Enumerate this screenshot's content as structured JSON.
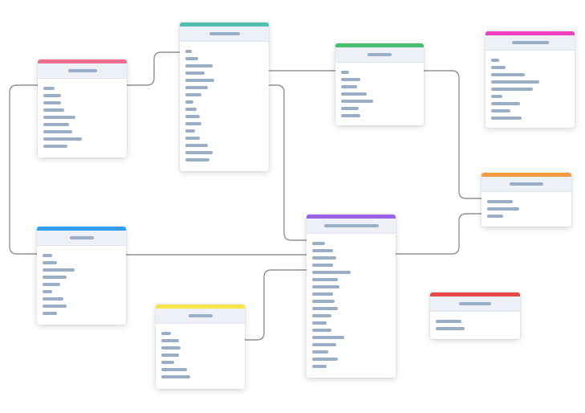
{
  "colors": {
    "connector": "#8f9296",
    "header_bg": "#edf1f7",
    "placeholder": "#9aaec6"
  },
  "tables": [
    {
      "id": "pink",
      "accent": "#ef6f92",
      "fields": 9
    },
    {
      "id": "teal",
      "accent": "#52bfb3",
      "fields": 16
    },
    {
      "id": "green",
      "accent": "#47bd6e",
      "fields": 7
    },
    {
      "id": "magenta",
      "accent": "#f03fbf",
      "fields": 9
    },
    {
      "id": "orange",
      "accent": "#f39b3e",
      "fields": 3
    },
    {
      "id": "blue",
      "accent": "#2d9ef0",
      "fields": 9
    },
    {
      "id": "purple",
      "accent": "#9a63ea",
      "fields": 18
    },
    {
      "id": "yellow",
      "accent": "#f8e548",
      "fields": 7
    },
    {
      "id": "red",
      "accent": "#e74848",
      "fields": 2
    }
  ],
  "relations": [
    {
      "from": "pink",
      "to": "teal"
    },
    {
      "from": "pink",
      "to": "blue"
    },
    {
      "from": "teal",
      "to": "green"
    },
    {
      "from": "teal",
      "to": "purple"
    },
    {
      "from": "green",
      "to": "orange"
    },
    {
      "from": "blue",
      "to": "purple"
    },
    {
      "from": "purple",
      "to": "orange"
    },
    {
      "from": "yellow",
      "to": "purple"
    }
  ]
}
